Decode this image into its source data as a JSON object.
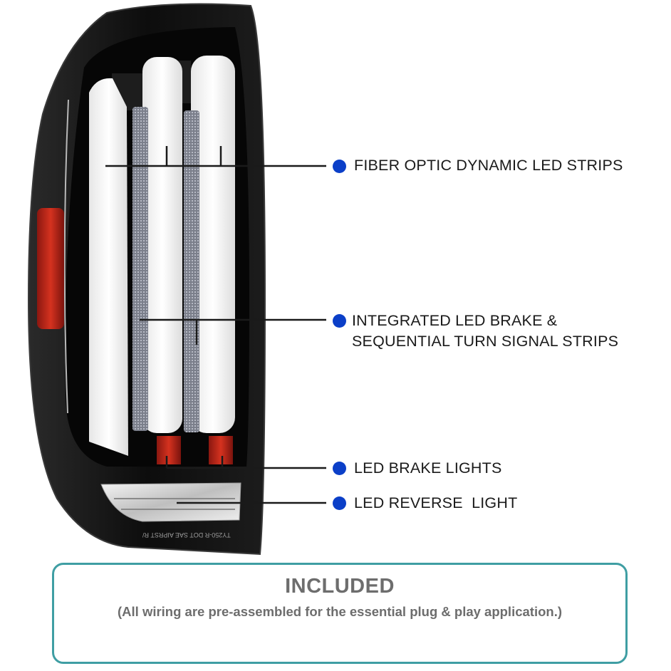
{
  "callouts": [
    {
      "id": "fiber",
      "label": "FIBER OPTIC DYNAMIC LED STRIPS"
    },
    {
      "id": "integrated",
      "line1": "INTEGRATED LED BRAKE &",
      "line2": "SEQUENTIAL TURN SIGNAL STRIPS"
    },
    {
      "id": "brake",
      "label": "LED BRAKE LIGHTS"
    },
    {
      "id": "reverse",
      "label": "LED REVERSE  LIGHT"
    }
  ],
  "lamp_text": "TY250-R DOT SAE AIPRST R/",
  "included": {
    "title": "INCLUDED",
    "subtitle": "(All wiring are pre-assembled for the essential plug & play application.)"
  },
  "colors": {
    "bullet": "#0b3fc8",
    "box_border": "#3f9ea3",
    "text_gray": "#6d6d6d",
    "lamp_housing": "#111111",
    "red_lens": "#c8261e"
  }
}
